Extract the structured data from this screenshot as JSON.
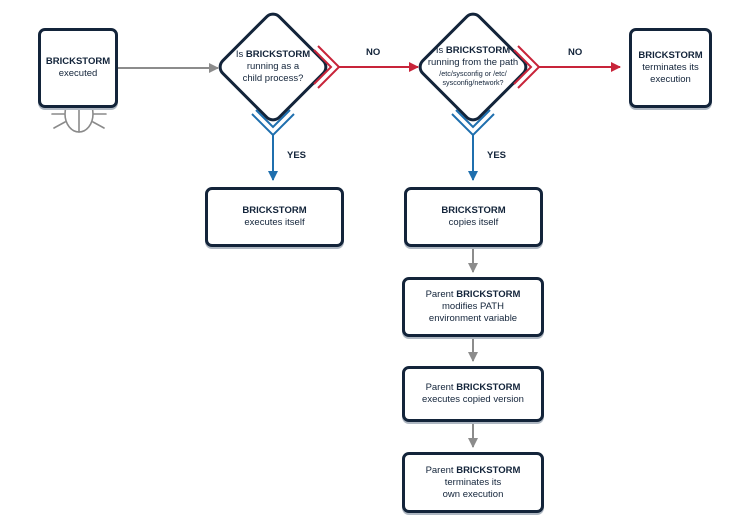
{
  "nodes": {
    "start": {
      "bold": "BRICKSTORM",
      "line2": "executed"
    },
    "decision1": {
      "pre": "Is ",
      "bold": "BRICKSTORM",
      "line2": "running as a",
      "line3": "child process?"
    },
    "decision2": {
      "pre": "Is ",
      "bold": "BRICKSTORM",
      "line2": "running from the path",
      "line3": "/etc/sysconfig or /etc/",
      "line4": "sysconfig/network?"
    },
    "terminates": {
      "bold": "BRICKSTORM",
      "line2": "terminates its",
      "line3": "execution"
    },
    "executes_itself": {
      "bold": "BRICKSTORM",
      "line2": "executes itself"
    },
    "copies_itself": {
      "bold": "BRICKSTORM",
      "line2": "copies itself"
    },
    "modifies_path": {
      "pre": "Parent ",
      "bold": "BRICKSTORM",
      "line2": "modifies PATH",
      "line3": "environment variable"
    },
    "executes_copied": {
      "pre": "Parent ",
      "bold": "BRICKSTORM",
      "line2": "executes copied version"
    },
    "terminates_own": {
      "pre": "Parent ",
      "bold": "BRICKSTORM",
      "line2": "terminates its",
      "line3": "own execution"
    }
  },
  "edges": {
    "no1": "NO",
    "no2": "NO",
    "yes1": "YES",
    "yes2": "YES"
  },
  "colors": {
    "navy": "#13243a",
    "no_red": "#c8243a",
    "yes_blue": "#1f6fae",
    "grey_arrow": "#8c8c8c"
  },
  "icons": {
    "start_icon": "bug-icon"
  }
}
